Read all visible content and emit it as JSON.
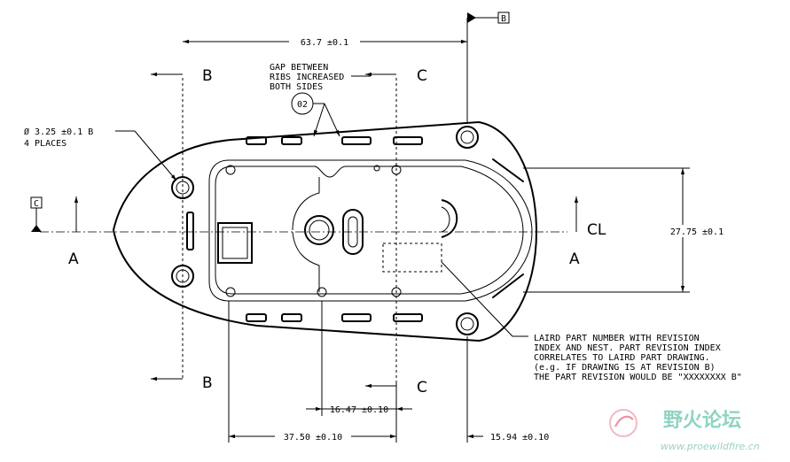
{
  "dimensions": {
    "overall_width": "63.7 ±0.1",
    "height": "27.75 ±0.1",
    "rib_pitch": "16.47 ±0.10",
    "left_to_hole": "37.50 ±0.10",
    "hole_to_right": "15.94 ±0.10"
  },
  "notes": {
    "hole_callout_1": "Ø 3.25 ±0.1 B",
    "hole_callout_2": "4 PLACES",
    "gap_1": "GAP BETWEEN",
    "gap_2": "RIBS INCREASED",
    "gap_3": "BOTH SIDES",
    "balloon": "02",
    "part_no_1": "LAIRD PART NUMBER WITH REVISION",
    "part_no_2": "INDEX AND NEST. PART REVISION INDEX",
    "part_no_3": "CORRELATES TO LAIRD PART DRAWING.",
    "part_no_4": "(e.g. IF DRAWING IS AT REVISION B)",
    "part_no_5": "THE PART REVISION WOULD BE \"XXXXXXXX B\""
  },
  "datums": {
    "b": "B",
    "c": "C"
  },
  "section_labels": {
    "b": "B",
    "c": "C",
    "a": "A",
    "centerline": "CL"
  },
  "watermark": {
    "name": "野火论坛",
    "url": "www.proewildfire.cn"
  }
}
